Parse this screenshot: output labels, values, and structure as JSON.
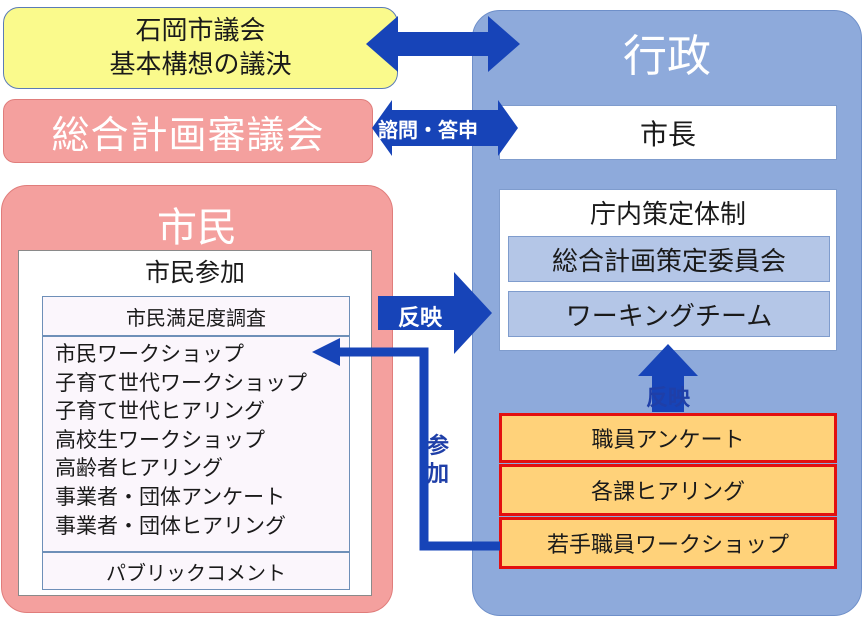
{
  "council": {
    "line1": "石岡市議会",
    "line2": "基本構想の議決"
  },
  "shingikai": {
    "label": "総合計画審議会"
  },
  "consult_arrow": {
    "label": "諮問・答申"
  },
  "gyosei": {
    "title": "行政",
    "mayor": "市長",
    "sakutei": {
      "title": "庁内策定体制",
      "committee": "総合計画策定委員会",
      "working_team": "ワーキングチーム"
    },
    "staff_items": [
      "職員アンケート",
      "各課ヒアリング",
      "若手職員ワークショップ"
    ]
  },
  "shimin": {
    "title": "市民",
    "participation": {
      "title": "市民参加",
      "survey": "市民満足度調査",
      "items": [
        "市民ワークショップ",
        "子育て世代ワークショップ",
        "子育て世代ヒアリング",
        "高校生ワークショップ",
        "高齢者ヒアリング",
        "事業者・団体アンケート",
        "事業者・団体ヒアリング"
      ],
      "public_comment": "パブリックコメント"
    }
  },
  "arrows": {
    "reflect_left": "反映",
    "reflect_up": "反映",
    "participate_1": "参",
    "participate_2": "加"
  },
  "colors": {
    "admin_blue": "#8eaadb",
    "citizen_pink": "#f4a09e",
    "council_yellow": "#fafa8c",
    "arrow_blue": "#1744b8",
    "staff_orange": "#ffd27a",
    "staff_border_red": "#e31010"
  }
}
